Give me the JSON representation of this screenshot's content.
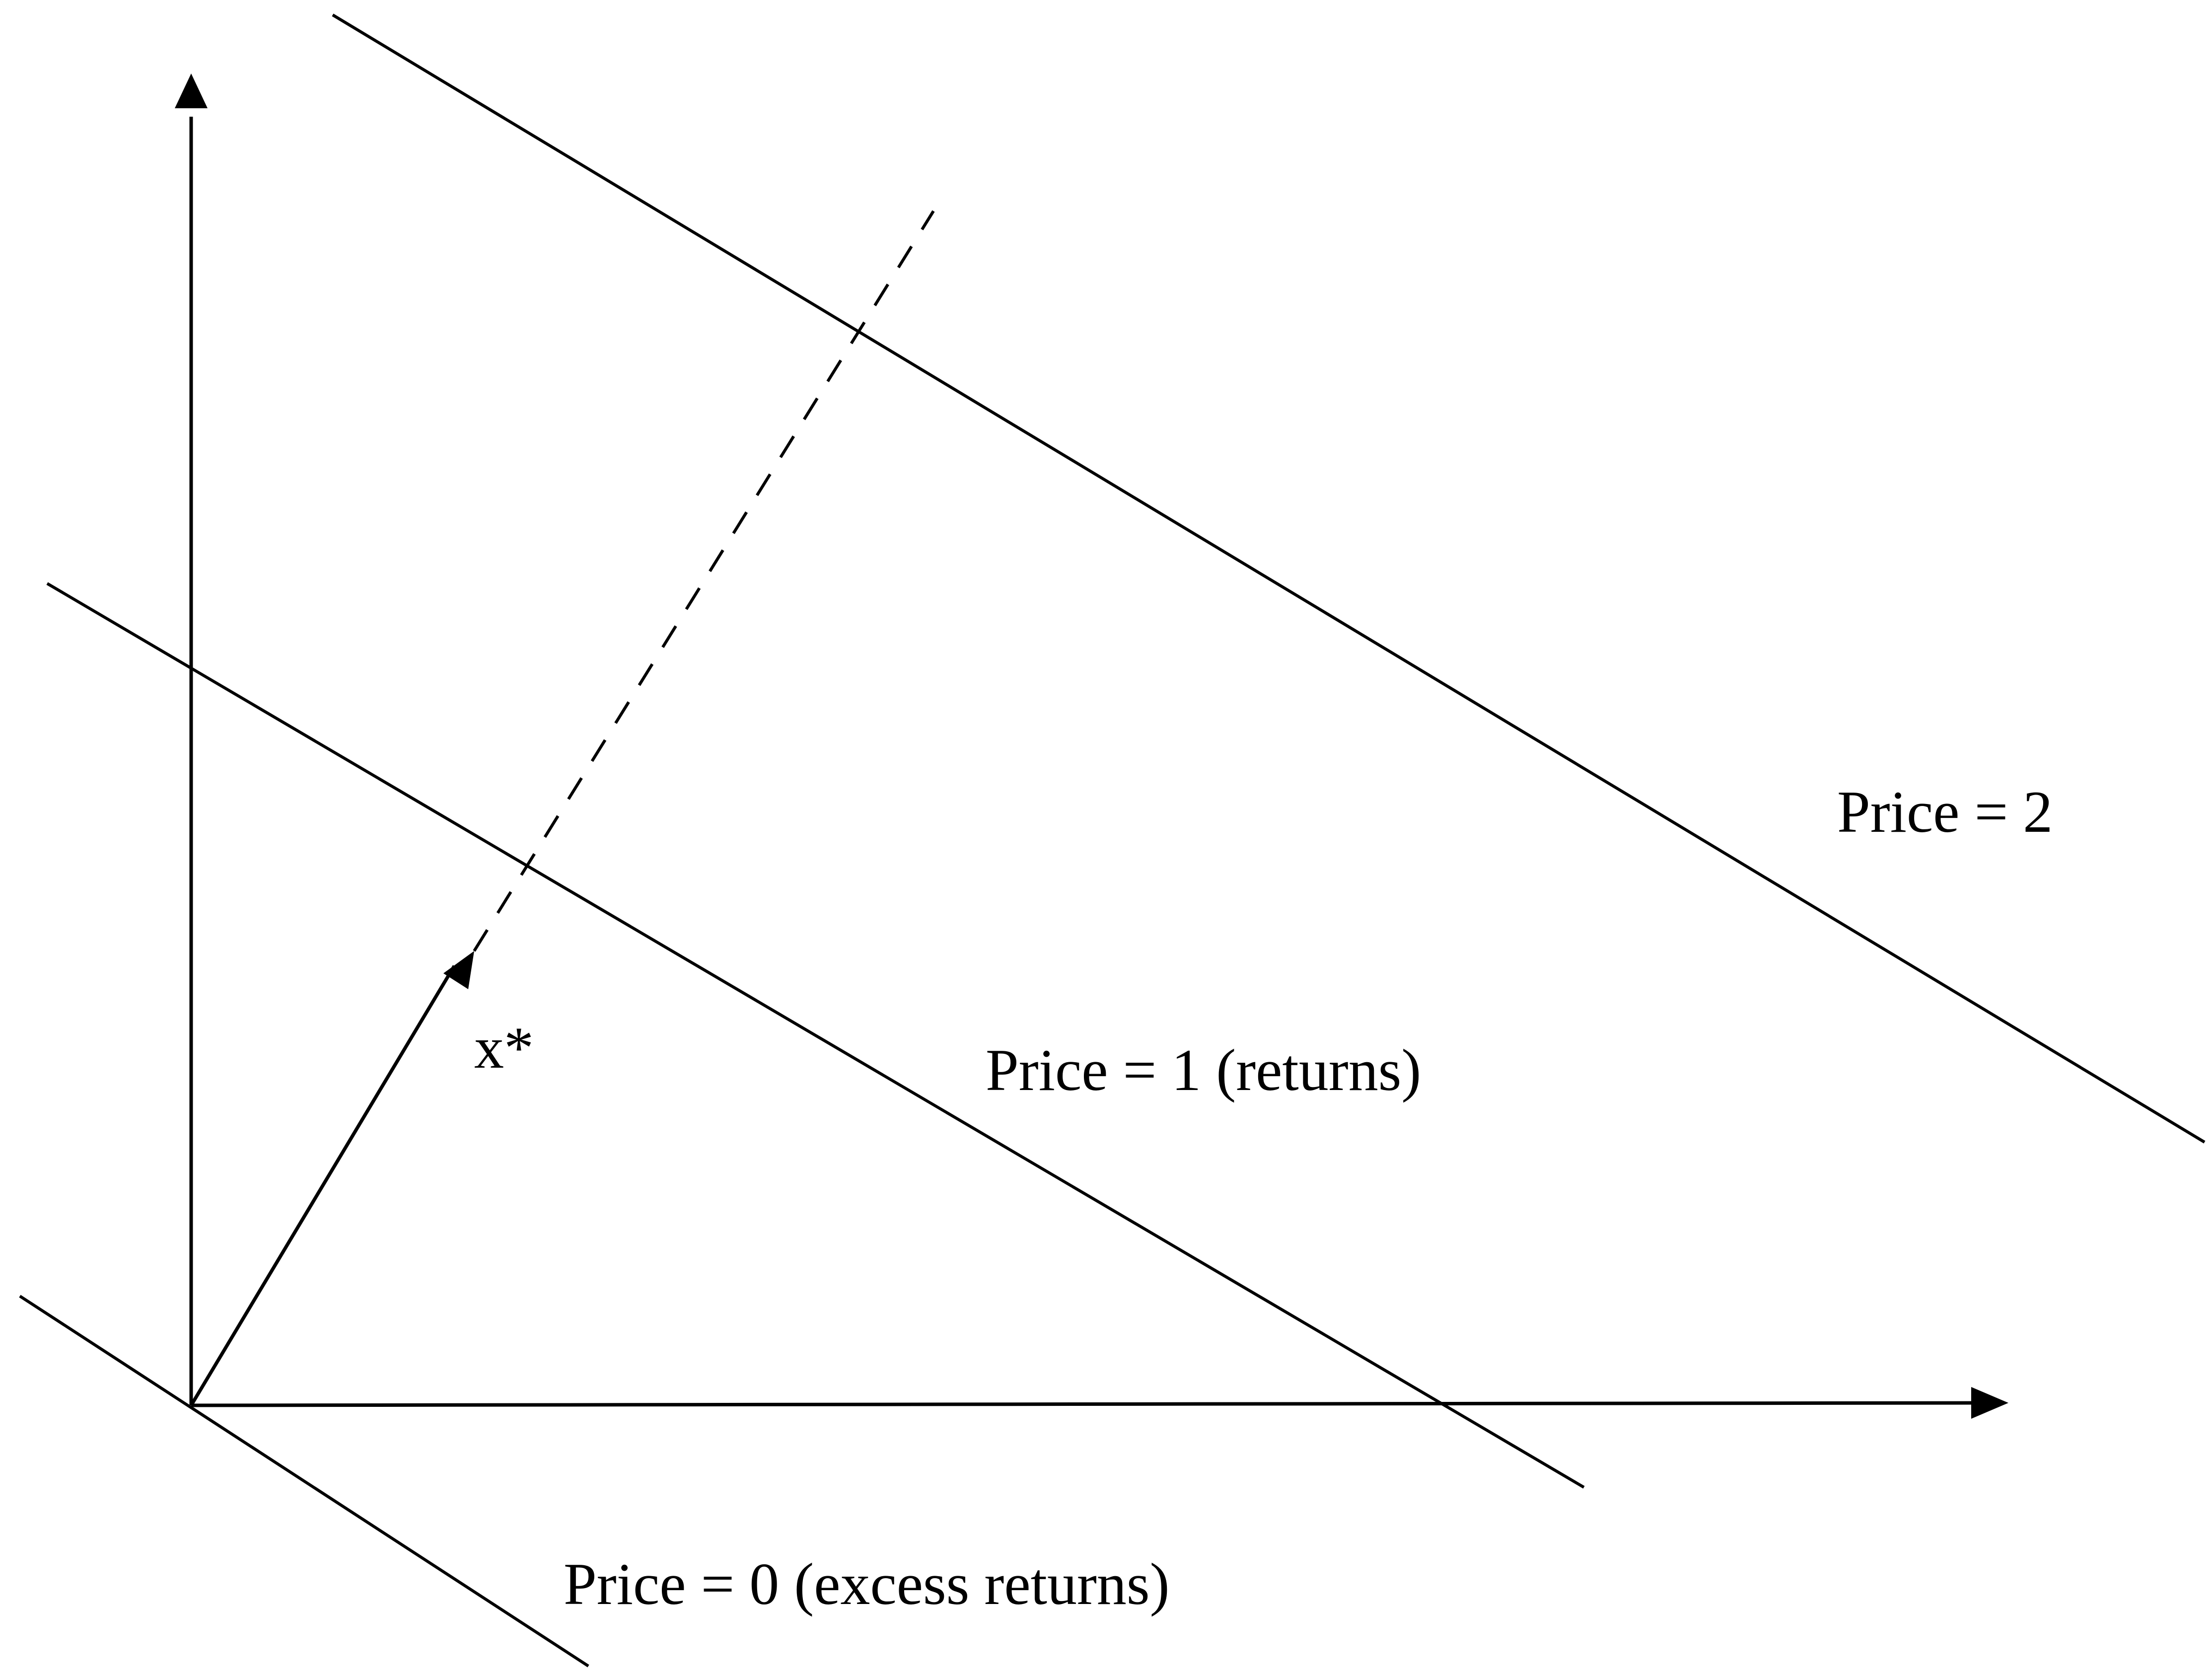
{
  "labels": {
    "price0": "Price = 0 (excess returns)",
    "price1": "Price = 1 (returns)",
    "price2": "Price = 2",
    "xstar": "x*"
  },
  "colors": {
    "ink": "#000000",
    "background": "#ffffff"
  }
}
